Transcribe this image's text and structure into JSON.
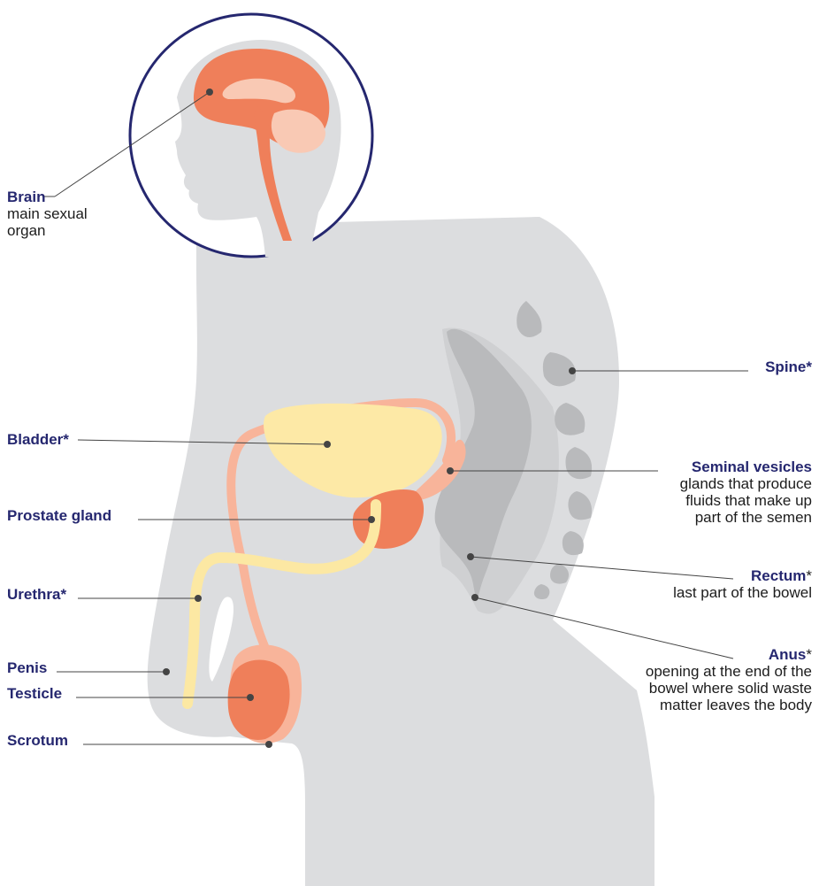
{
  "colors": {
    "label_title": "#25276f",
    "label_text": "#1c1c1c",
    "body_silhouette": "#dcdddf",
    "bone_grey": "#b9babc",
    "bladder": "#fde9a6",
    "urethra": "#fce8a3",
    "organ_orange": "#ef7f5a",
    "vas_deferens": "#f8b49a",
    "circle_outline": "#25276f"
  },
  "labels": {
    "brain": {
      "title": "Brain",
      "star": "",
      "desc": [
        "main sexual",
        "organ"
      ]
    },
    "bladder": {
      "title": "Bladder*",
      "star": "",
      "desc": []
    },
    "prostate": {
      "title": "Prostate gland",
      "star": "",
      "desc": []
    },
    "urethra": {
      "title": "Urethra*",
      "star": "",
      "desc": []
    },
    "penis": {
      "title": "Penis",
      "star": "",
      "desc": []
    },
    "testicle": {
      "title": "Testicle",
      "star": "",
      "desc": []
    },
    "scrotum": {
      "title": "Scrotum",
      "star": "",
      "desc": []
    },
    "spine": {
      "title": "Spine*",
      "star": "",
      "desc": []
    },
    "seminal": {
      "title": "Seminal vesicles",
      "star": "",
      "desc": [
        "glands that produce",
        "fluids that make up",
        "part of the semen"
      ]
    },
    "rectum": {
      "title": "Rectum",
      "star": "*",
      "desc": [
        "last part of the bowel"
      ]
    },
    "anus": {
      "title": "Anus",
      "star": "*",
      "desc": [
        "opening at the end of the",
        "bowel where solid waste",
        "matter leaves the body"
      ]
    }
  }
}
